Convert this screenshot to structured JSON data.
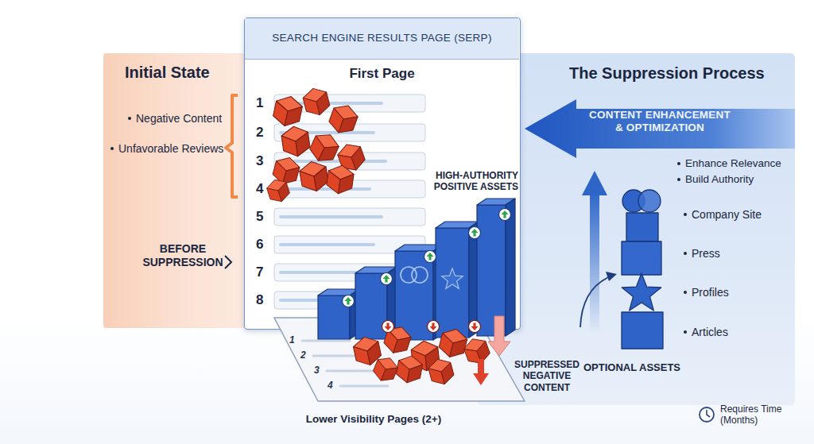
{
  "diagram": {
    "nodes": [
      {
        "text": [
          "Initial State",
          "Negative Content",
          "Unfavorable Reviews",
          "BEFORE SUPPRESSION"
        ]
      },
      {
        "text": [
          "SEARCH ENGINE RESULTS PAGE (SERP)",
          "First Page"
        ]
      },
      {
        "text": [
          "Lower Visibility Pages (2+)"
        ]
      },
      {
        "text": [
          "The Suppression Process",
          "Enhance Relevance",
          "Build Authority",
          "OPTIONAL ASSETS"
        ]
      },
      {
        "text": [
          "CONTENT ENHANCEMENT & OPTIMIZATION"
        ],
        "in": 3
      }
    ],
    "labels": [
      "1",
      "2",
      "3",
      "4",
      "5",
      "6",
      "7",
      "8",
      "HIGH-AUTHORITY POSITIVE ASSETS",
      "1",
      "2",
      "3",
      "4",
      "SUPPRESSED NEGATIVE CONTENT",
      "Company Site",
      "Press",
      "Profiles",
      "Articles",
      "Requires Time (Months)"
    ]
  }
}
